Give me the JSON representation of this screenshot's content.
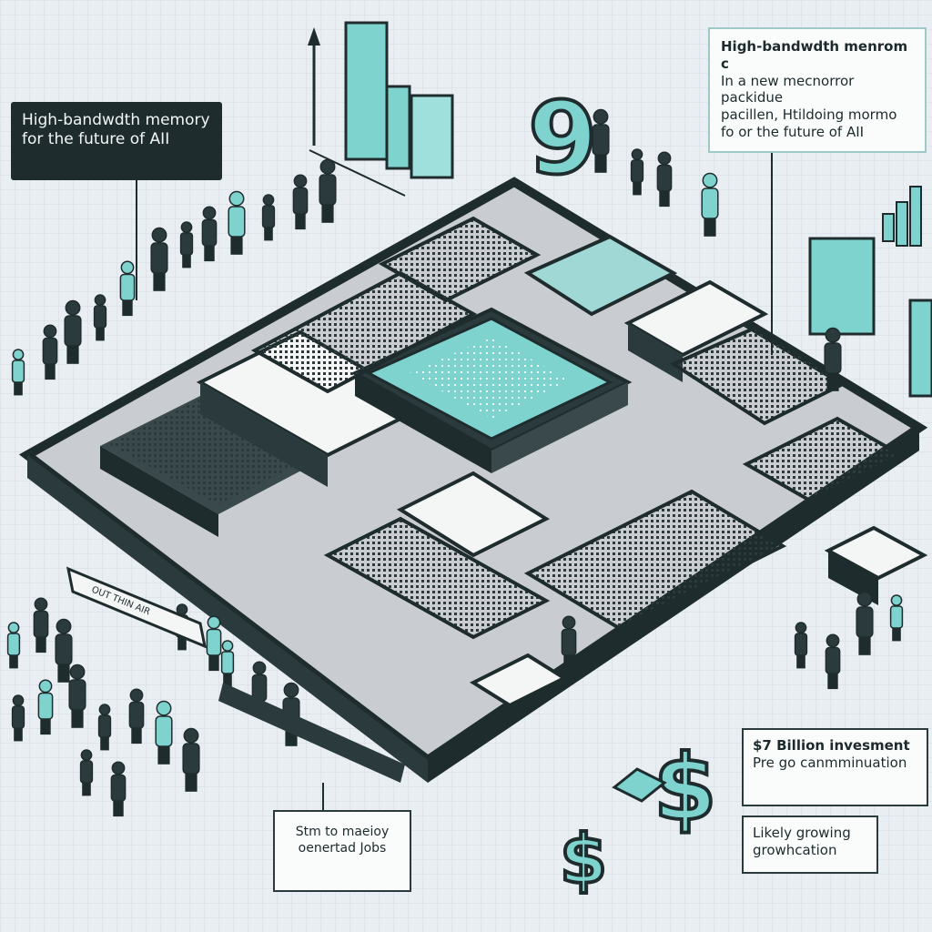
{
  "labels": {
    "hbm_left": {
      "line1": "High-bandwdth memory",
      "line2": "for the future of AII"
    },
    "hbm_right": {
      "line1": "High-bandwdth menrom c",
      "line2": "In a new mecnorror packidue",
      "line3": "pacillen, Htildoing mormo",
      "line4": "fo or the future of AII"
    },
    "investment": {
      "line1": "$7 Billion invesment",
      "line2": "Pre go canmminuation"
    },
    "growing": {
      "line1": "Likely growing",
      "line2": "growhcation"
    },
    "jobs": {
      "line1": "Stm to maeioy",
      "line2": "oenertad Jobs"
    },
    "banner_text": "OUT THIN AIR",
    "chip_digit": "9"
  },
  "colors": {
    "background": "#e9eef3",
    "dark": "#1f2c2e",
    "teal": "#7fd3cf",
    "chip_core": "#6fd0cc",
    "floor": "#c8ccd0"
  },
  "icons": [
    "dollar-sign-icon",
    "bar-chart-icon",
    "person-figure-icon",
    "arrow-up-icon"
  ]
}
